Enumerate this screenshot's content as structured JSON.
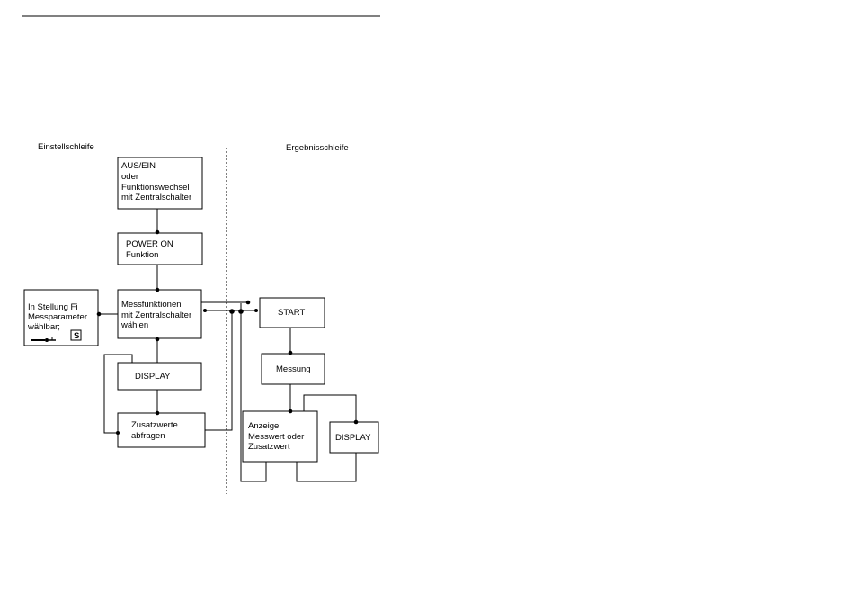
{
  "section_left": "Einstellschleife",
  "section_right": "Ergebnisschleife",
  "boxes": {
    "ausein": [
      "AUS/EIN",
      "oder",
      "Funktionswechsel",
      "mit Zentralschalter"
    ],
    "poweron": [
      "POWER ON",
      "Funktion"
    ],
    "messfunktionen": [
      "Messfunktionen",
      "mit Zentralschalter",
      "wählen"
    ],
    "stellung": [
      "In Stellung Fi",
      "Messparameter",
      "wählbar;"
    ],
    "stellung_key": "S",
    "display_left": "DISPLAY",
    "zusatzwerte": [
      "Zusatzwerte",
      "abfragen"
    ],
    "start": "START",
    "messung": "Messung",
    "anzeige": [
      "Anzeige",
      "Messwert oder",
      "Zusatzwert"
    ],
    "display_right": "DISPLAY"
  }
}
